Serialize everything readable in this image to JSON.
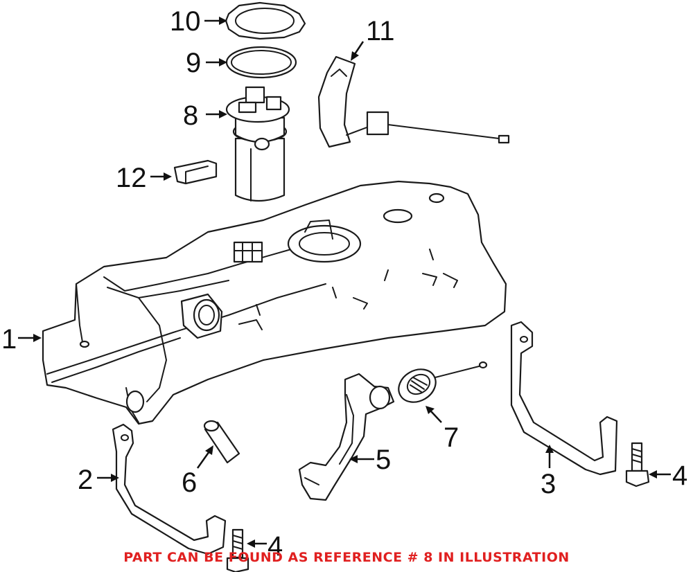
{
  "callouts": {
    "c1": "1",
    "c2": "2",
    "c3": "3",
    "c4a": "4",
    "c4b": "4",
    "c5": "5",
    "c6": "6",
    "c7": "7",
    "c8": "8",
    "c9": "9",
    "c10": "10",
    "c11": "11",
    "c12": "12"
  },
  "footer_note": "PART CAN BE FOUND AS REFERENCE # 8 IN ILLUSTRATION",
  "colors": {
    "note": "#e02020",
    "ink": "#1a1a1a"
  }
}
